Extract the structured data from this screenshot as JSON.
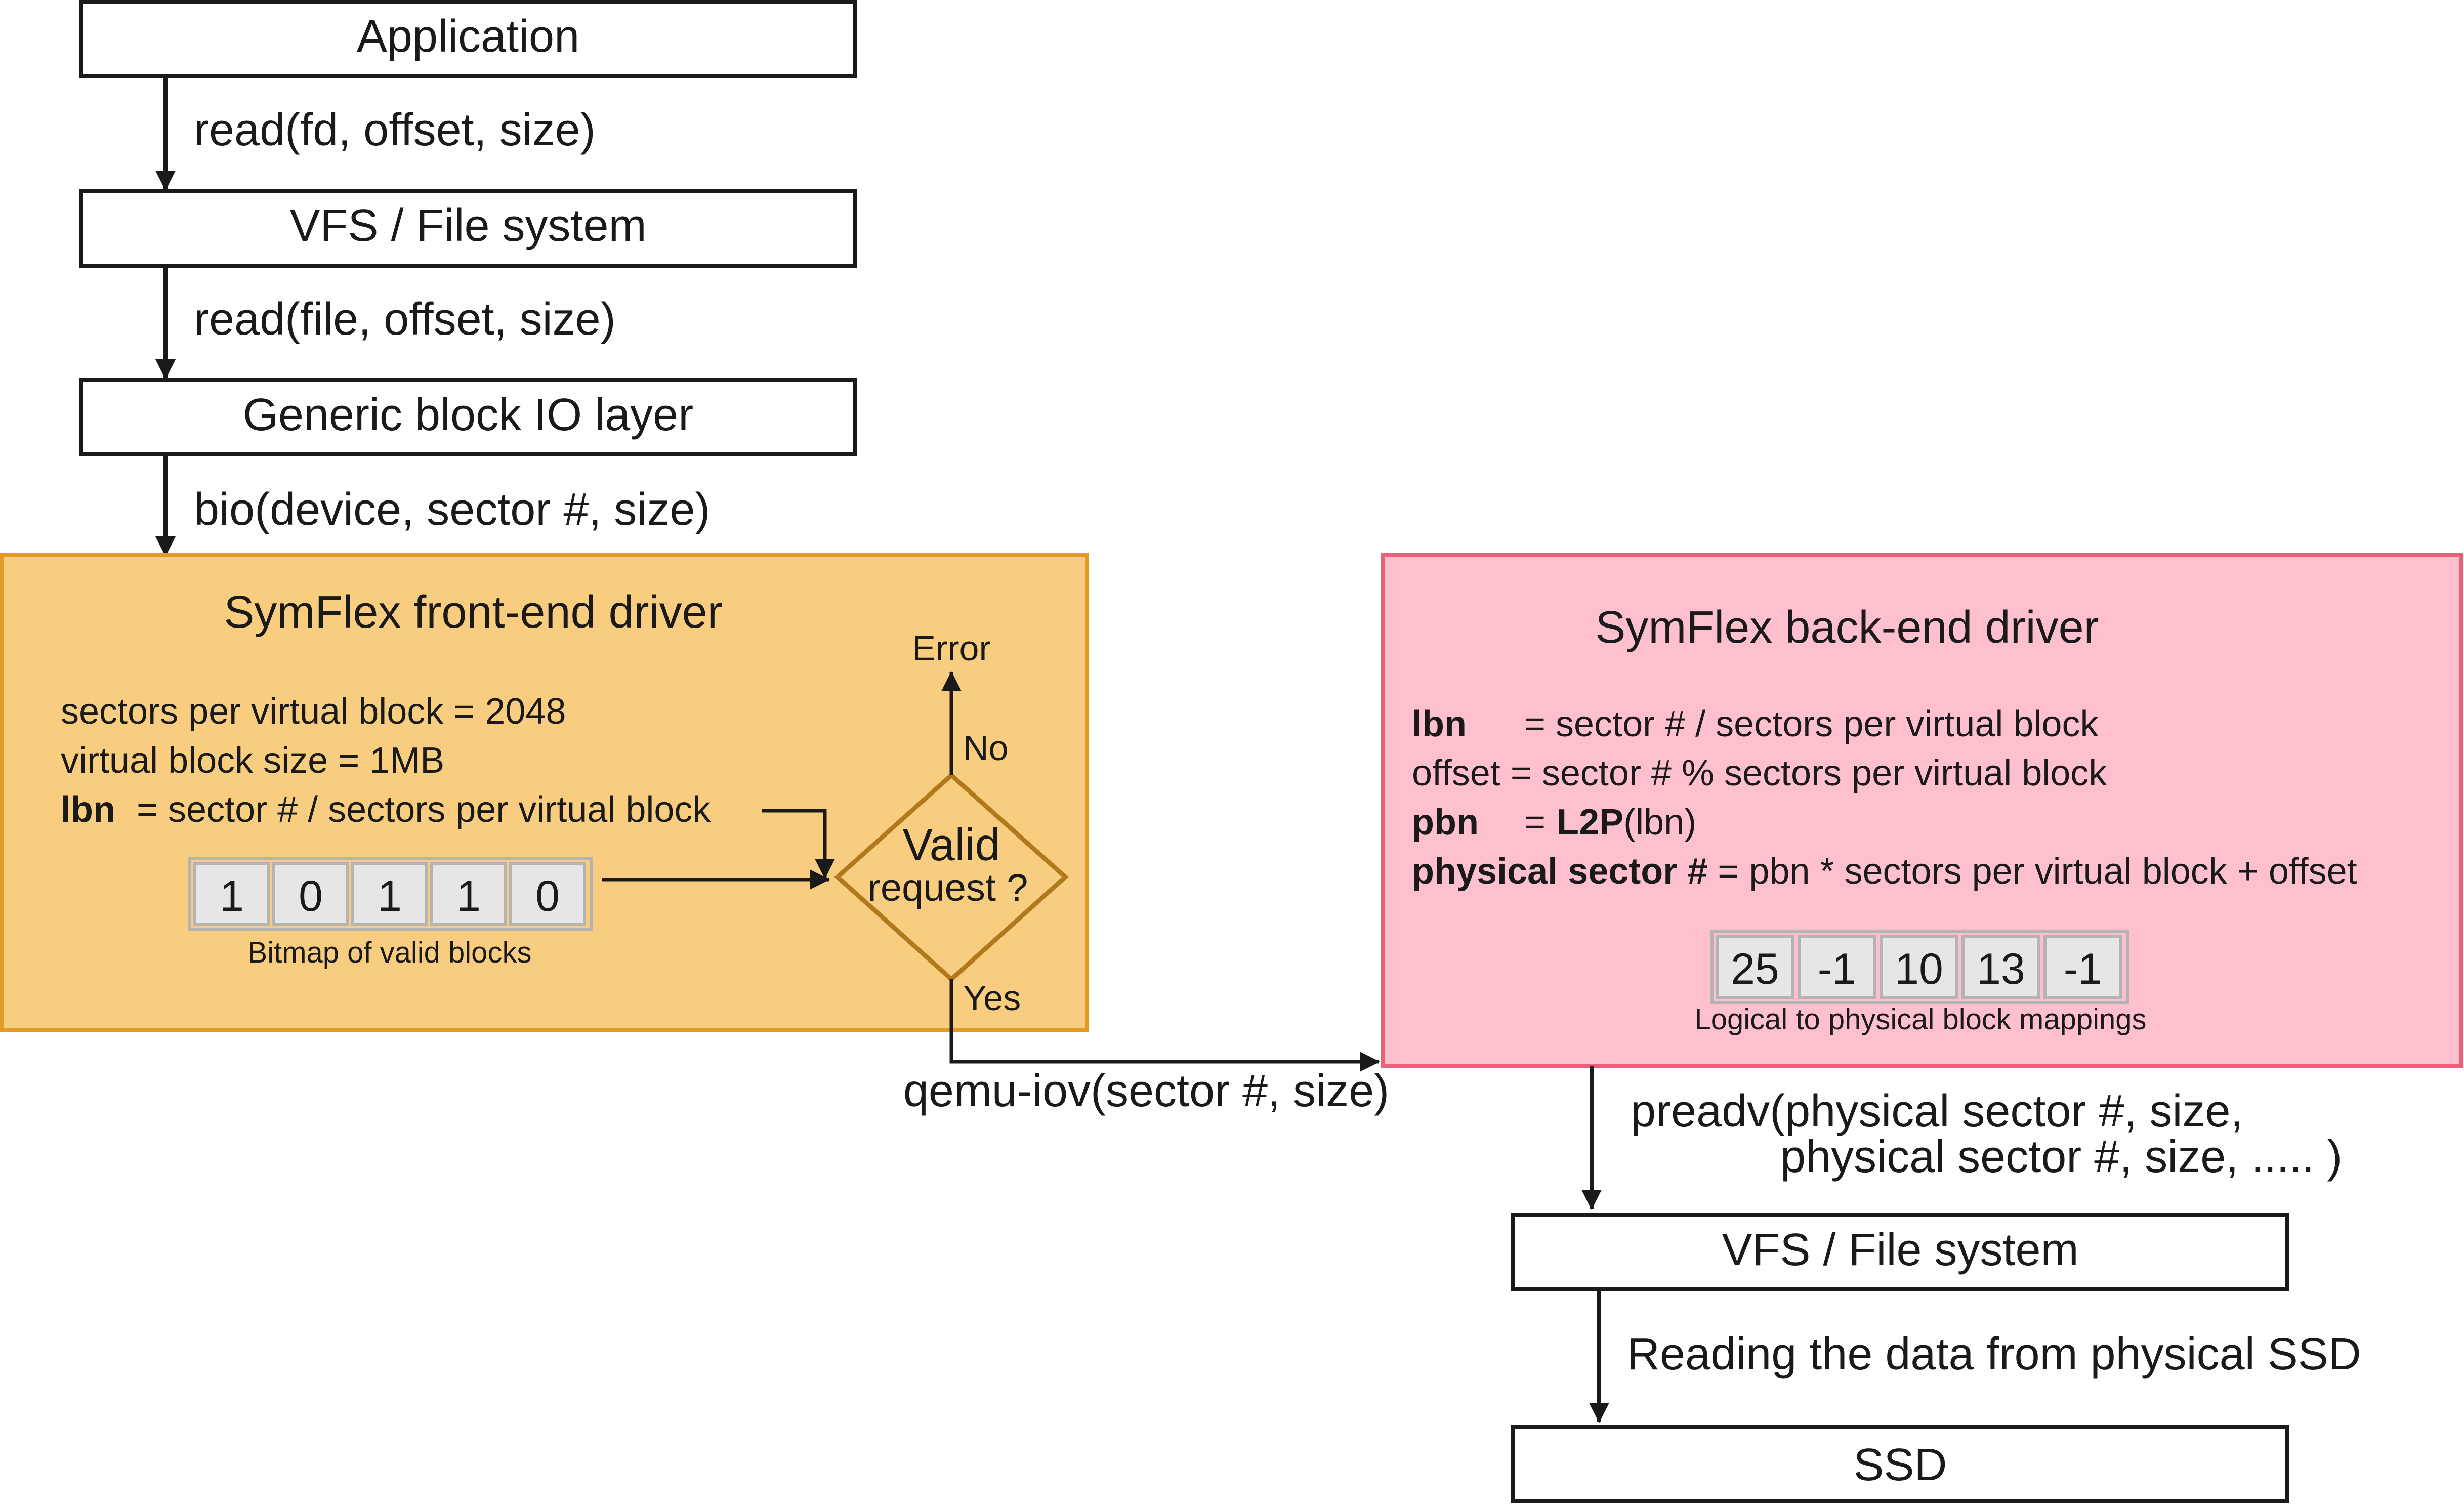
{
  "colors": {
    "frontend_fill": "#f8cd80",
    "frontend_stroke": "#e39a26",
    "backend_fill": "#fec0cc",
    "backend_stroke": "#e9617a",
    "decision_stroke": "#b07a1c",
    "cell_fill": "#e6e6e6",
    "cell_stroke": "#b4b4b4"
  },
  "stack": {
    "application": "Application",
    "call_read_fd": "read(fd, offset, size)",
    "vfs_top": "VFS / File system",
    "call_read_file": "read(file, offset, size)",
    "block_layer": "Generic block IO layer",
    "call_bio": "bio(device, sector #, size)"
  },
  "frontend": {
    "title": "SymFlex front-end driver",
    "line1": "sectors per virtual block = 2048",
    "line2": "virtual block size = 1MB",
    "line3_bold": "lbn",
    "line3_rest": " = sector # / sectors per virtual block",
    "bitmap": [
      "1",
      "0",
      "1",
      "1",
      "0"
    ],
    "bitmap_caption": "Bitmap of valid blocks",
    "decision_line1": "Valid",
    "decision_line2": "request ?",
    "error": "Error",
    "no": "No",
    "yes": "Yes"
  },
  "call_qemu": "qemu-iov(sector #, size)",
  "backend": {
    "title": "SymFlex back-end driver",
    "l1_bold": "lbn",
    "l1_rest": "= sector # / sectors per virtual block",
    "l2": "offset = sector # % sectors per virtual block",
    "l3_bold": "pbn",
    "l3_eq": "=",
    "l3_bold2": "L2P",
    "l3_rest": "(lbn)",
    "l4_bold": "physical sector #",
    "l4_rest": " = pbn * sectors per virtual block + offset",
    "mappings": [
      "25",
      "-1",
      "10",
      "13",
      "-1"
    ],
    "mappings_caption": "Logical to physical block mappings"
  },
  "call_preadv_1": "preadv(physical sector #, size,",
  "call_preadv_2": "physical sector #, size, ..... )",
  "vfs_bottom": "VFS / File system",
  "call_reading": "Reading the data from physical SSD",
  "ssd": "SSD"
}
